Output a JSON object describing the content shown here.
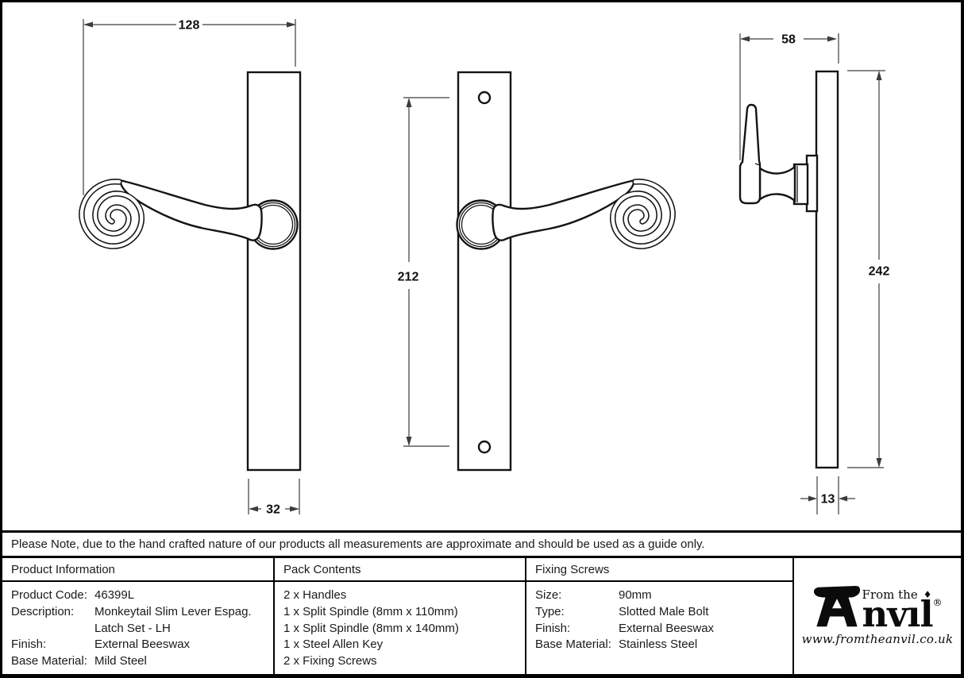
{
  "colors": {
    "ink": "#141414",
    "dim_line": "#3c3c3c",
    "background": "#ffffff"
  },
  "drawing": {
    "front_view": {
      "overall_width": "128",
      "plate_width": "32"
    },
    "back_view": {
      "fixing_centres": "212"
    },
    "side_view": {
      "projection": "58",
      "plate_height": "242",
      "plate_thickness": "13"
    }
  },
  "note": {
    "text": "Please Note, due to the hand crafted nature of our products all measurements are approximate and should be used as a guide only."
  },
  "table": {
    "product_information": {
      "header": "Product Information",
      "rows": [
        {
          "label": "Product Code:",
          "value": "46399L"
        },
        {
          "label": "Description:",
          "value": "Monkeytail Slim Lever Espag."
        },
        {
          "label": "",
          "value": "Latch Set - LH"
        },
        {
          "label": "Finish:",
          "value": "External Beeswax"
        },
        {
          "label": "Base Material:",
          "value": "Mild Steel"
        }
      ]
    },
    "pack_contents": {
      "header": "Pack Contents",
      "items": [
        "2 x Handles",
        "1 x Split Spindle (8mm x 110mm)",
        "1 x Split Spindle (8mm x 140mm)",
        "1 x Steel Allen Key",
        "2 x Fixing Screws"
      ]
    },
    "fixing_screws": {
      "header": "Fixing Screws",
      "rows": [
        {
          "label": "Size:",
          "value": "90mm"
        },
        {
          "label": "Type:",
          "value": "Slotted Male Bolt"
        },
        {
          "label": "Finish:",
          "value": "External Beeswax"
        },
        {
          "label": "Base Material:",
          "value": "Stainless Steel"
        }
      ]
    }
  },
  "logo": {
    "tagline": "From the",
    "name_rest": "nvıl",
    "diamond": "♦",
    "registered": "®",
    "website": "www.fromtheanvil.co.uk"
  }
}
